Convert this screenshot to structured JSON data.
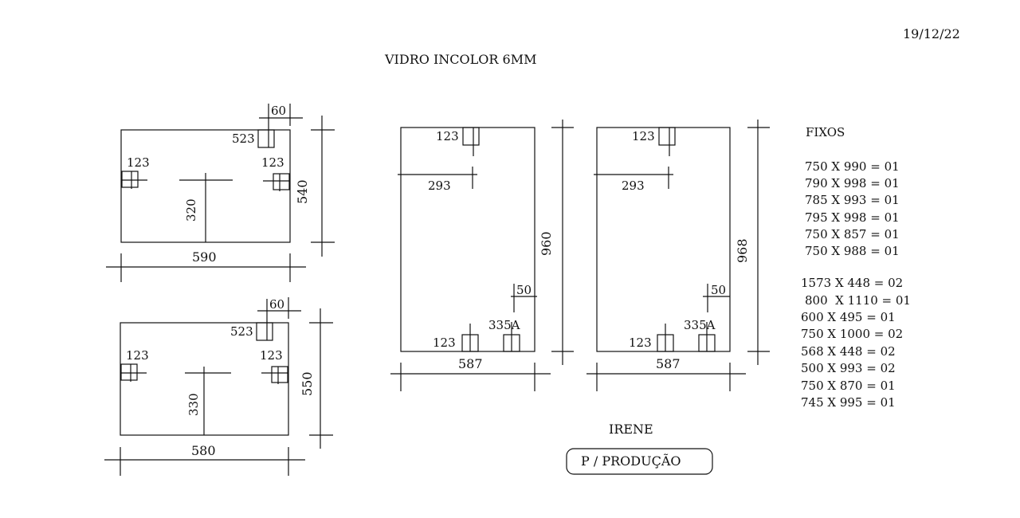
{
  "header": {
    "date": "19/12/22",
    "title": "VIDRO  INCOLOR 6MM"
  },
  "pieces": {
    "top_left": {
      "notch": "60",
      "notch_hole": "523",
      "hole_left": "123",
      "hole_right": "123",
      "center": "320",
      "width": "590",
      "height": "540"
    },
    "bottom_left": {
      "notch": "60",
      "notch_hole": "523",
      "hole_left": "123",
      "hole_right": "123",
      "center": "330",
      "width": "580",
      "height": "550"
    },
    "middle": {
      "hole_top": "123",
      "offset": "293",
      "notch": "50",
      "hole_bottom_left": "123",
      "hole_bottom_right": "335A",
      "width": "587",
      "height": "960"
    },
    "right": {
      "hole_top": "123",
      "offset": "293",
      "notch": "50",
      "hole_bottom_left": "123",
      "hole_bottom_right": "335A",
      "width": "587",
      "height": "968"
    }
  },
  "fixos": {
    "heading": "FIXOS",
    "group1": [
      "750 X 990 = 01",
      "790 X 998 = 01",
      "785 X 993 = 01",
      "795 X 998 = 01",
      "750 X 857 = 01",
      "750 X 988 = 01"
    ],
    "group2": [
      "1573 X 448 = 02",
      "800  X 1110 = 01",
      "600 X 495 = 01",
      "750 X 1000 = 02",
      "568 X 448 = 02",
      "500 X 993 = 02",
      "750 X 870 = 01",
      "745 X 995 = 01"
    ]
  },
  "footer": {
    "client": "IRENE",
    "stamp": "P / PRODUÇÃO"
  }
}
